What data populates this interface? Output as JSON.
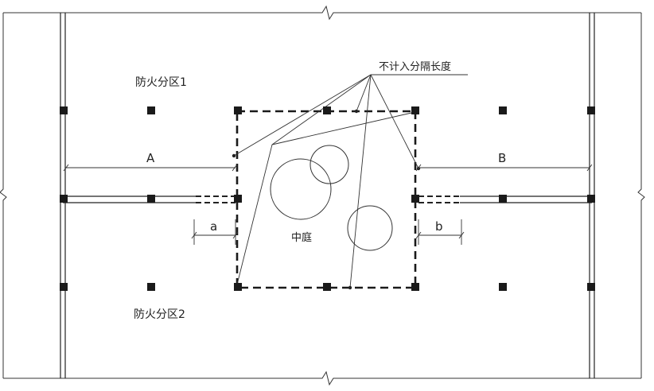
{
  "labels": {
    "zone1": "防火分区1",
    "zone2": "防火分区2",
    "atrium": "中庭",
    "dim_A": "A",
    "dim_B": "B",
    "dim_a": "a",
    "dim_b": "b",
    "note": "不计入分隔长度"
  },
  "colors": {
    "line": "#222222",
    "column": "#1a1a1a"
  }
}
